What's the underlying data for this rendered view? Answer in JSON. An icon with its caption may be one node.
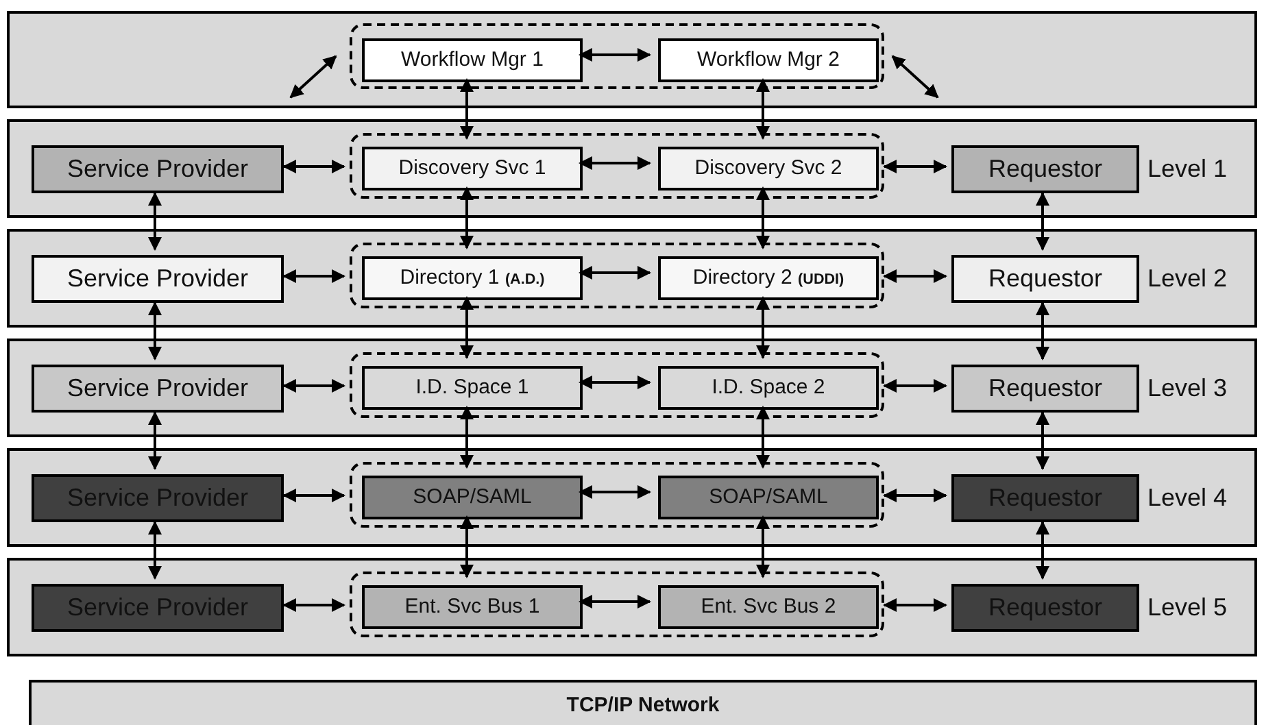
{
  "diagram": {
    "nodes": [
      {
        "text": [],
        "shape": "box"
      },
      {
        "text": [],
        "shape": "box",
        "in": 0
      },
      {
        "text": [
          "Workflow Mgr 1"
        ],
        "in": 1
      },
      {
        "text": [
          "Workflow Mgr 2"
        ],
        "in": 1
      },
      {
        "text": [
          "Level 1"
        ]
      },
      {
        "text": [
          "Service Provider"
        ],
        "in": 4
      },
      {
        "text": [],
        "shape": "box",
        "in": 4
      },
      {
        "text": [
          "Discovery Svc 1"
        ],
        "in": 6
      },
      {
        "text": [
          "Discovery Svc 2"
        ],
        "in": 6
      },
      {
        "text": [
          "Requestor"
        ],
        "in": 4
      },
      {
        "text": [
          "Level 2"
        ]
      },
      {
        "text": [
          "Service Provider"
        ],
        "in": 10
      },
      {
        "text": [],
        "shape": "box",
        "in": 10
      },
      {
        "text": [
          "Directory 1 **(A.D.)**"
        ],
        "in": 12
      },
      {
        "text": [
          "Directory 2 **(UDDI)**"
        ],
        "in": 12
      },
      {
        "text": [
          "Requestor"
        ],
        "in": 10
      },
      {
        "text": [
          "Level 3"
        ]
      },
      {
        "text": [
          "Service Provider"
        ],
        "in": 16
      },
      {
        "text": [],
        "shape": "box",
        "in": 16
      },
      {
        "text": [
          "I.D. Space 1"
        ],
        "in": 18
      },
      {
        "text": [
          "I.D. Space 2"
        ],
        "in": 18
      },
      {
        "text": [
          "Requestor"
        ],
        "in": 16
      },
      {
        "text": [
          "Level 4"
        ]
      },
      {
        "text": [
          "Service Provider"
        ],
        "in": 22
      },
      {
        "text": [],
        "shape": "box",
        "in": 22
      },
      {
        "text": [
          "SOAP/SAML"
        ],
        "in": 24
      },
      {
        "text": [
          "SOAP/SAML"
        ],
        "in": 24
      },
      {
        "text": [
          "Requestor"
        ],
        "in": 22
      },
      {
        "text": [
          "Level 5"
        ]
      },
      {
        "text": [
          "Service Provider"
        ],
        "in": 28
      },
      {
        "text": [],
        "shape": "box",
        "in": 28
      },
      {
        "text": [
          "Ent. Svc Bus 1"
        ],
        "in": 30
      },
      {
        "text": [
          "Ent. Svc Bus 2"
        ],
        "in": 30
      },
      {
        "text": [
          "Requestor"
        ],
        "in": 28
      },
      {
        "text": [
          "TCP/IP Network"
        ]
      }
    ],
    "edges": [
      {
        "from": null,
        "to": 1,
        "arrow": "both"
      },
      {
        "from": 1,
        "to": null,
        "arrow": "both"
      },
      {
        "from": 2,
        "to": 3,
        "arrow": "both"
      },
      {
        "from": 2,
        "to": 7,
        "arrow": "both"
      },
      {
        "from": 3,
        "to": 8,
        "arrow": "both"
      },
      {
        "from": 5,
        "to": 6,
        "arrow": "both"
      },
      {
        "from": 7,
        "to": 8,
        "arrow": "both"
      },
      {
        "from": 6,
        "to": 9,
        "arrow": "both"
      },
      {
        "from": 11,
        "to": 12,
        "arrow": "both"
      },
      {
        "from": 13,
        "to": 14,
        "arrow": "both"
      },
      {
        "from": 12,
        "to": 15,
        "arrow": "both"
      },
      {
        "from": 17,
        "to": 18,
        "arrow": "both"
      },
      {
        "from": 19,
        "to": 20,
        "arrow": "both"
      },
      {
        "from": 18,
        "to": 21,
        "arrow": "both"
      },
      {
        "from": 23,
        "to": 24,
        "arrow": "both"
      },
      {
        "from": 25,
        "to": 26,
        "arrow": "both"
      },
      {
        "from": 24,
        "to": 27,
        "arrow": "both"
      },
      {
        "from": 29,
        "to": 30,
        "arrow": "both"
      },
      {
        "from": 31,
        "to": 32,
        "arrow": "both"
      },
      {
        "from": 30,
        "to": 33,
        "arrow": "both"
      },
      {
        "from": 5,
        "to": 11,
        "arrow": "both"
      },
      {
        "from": 7,
        "to": 13,
        "arrow": "both"
      },
      {
        "from": 8,
        "to": 14,
        "arrow": "both"
      },
      {
        "from": 9,
        "to": 15,
        "arrow": "both"
      },
      {
        "from": 11,
        "to": 17,
        "arrow": "both"
      },
      {
        "from": 13,
        "to": 19,
        "arrow": "both"
      },
      {
        "from": 14,
        "to": 20,
        "arrow": "both"
      },
      {
        "from": 15,
        "to": 21,
        "arrow": "both"
      },
      {
        "from": 17,
        "to": 23,
        "arrow": "both"
      },
      {
        "from": 19,
        "to": 25,
        "arrow": "both"
      },
      {
        "from": 20,
        "to": 26,
        "arrow": "both"
      },
      {
        "from": 21,
        "to": 27,
        "arrow": "both"
      },
      {
        "from": 23,
        "to": 29,
        "arrow": "both"
      },
      {
        "from": 25,
        "to": 31,
        "arrow": "both"
      },
      {
        "from": 26,
        "to": 32,
        "arrow": "both"
      },
      {
        "from": 27,
        "to": 33,
        "arrow": "both"
      }
    ]
  }
}
